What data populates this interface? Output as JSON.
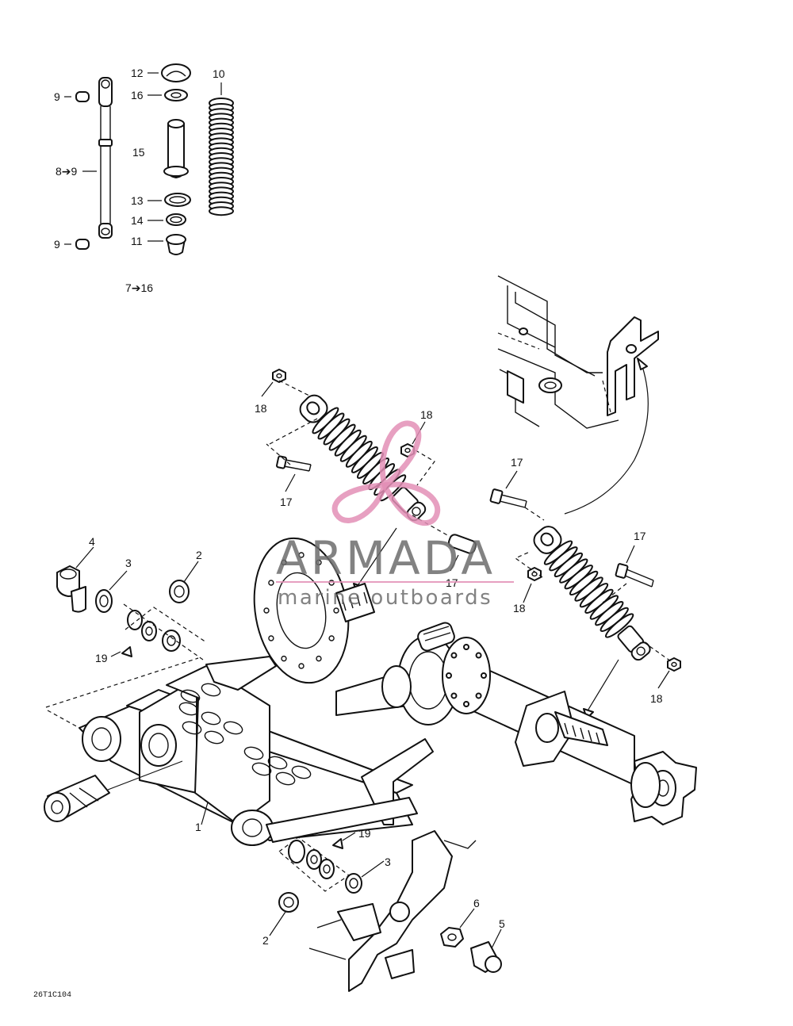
{
  "callouts": {
    "n9a": "9",
    "n9b": "9",
    "n8": "8➔9",
    "n12": "12",
    "n16": "16",
    "n15": "15",
    "n13": "13",
    "n14": "14",
    "n11": "11",
    "n10": "10",
    "range": "7➔16",
    "n18a": "18",
    "n18b": "18",
    "n18c": "18",
    "n18d": "18",
    "n17a": "17",
    "n17b": "17",
    "n17c": "17",
    "n17d": "17",
    "n4": "4",
    "n3a": "3",
    "n2a": "2",
    "n19a": "19",
    "n1": "1",
    "n19b": "19",
    "n3b": "3",
    "n2b": "2",
    "n6": "6",
    "n5": "5"
  },
  "drawing_code": "26T1C104",
  "watermark": {
    "brand": "ARMADA",
    "tagline": "marine outboards",
    "color": "#e38fb6"
  }
}
